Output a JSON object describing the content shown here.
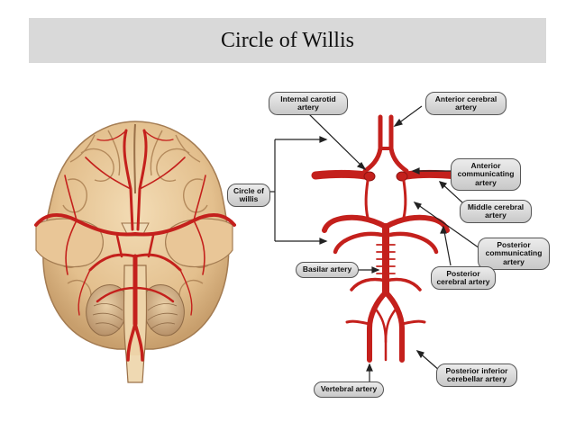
{
  "title": "Circle of Willis",
  "colors": {
    "artery": "#c4201c",
    "artery_dark": "#8f1512",
    "brain_tissue": "#e8c89a",
    "brain_shadow": "#c79e6c",
    "label_fill": "#dcdcdc",
    "title_bar": "#d9d9d9"
  },
  "labels": {
    "internal_carotid": "Internal carotid\nartery",
    "anterior_cerebral": "Anterior cerebral\nartery",
    "anterior_communicating": "Anterior\ncommunicating\nartery",
    "middle_cerebral": "Middle cerebral\nartery",
    "circle_of_willis": "Circle of\nwillis",
    "posterior_communicating": "Posterior\ncommunicating\nartery",
    "basilar": "Basilar artery",
    "posterior_cerebral": "Posterior\ncerebral artery",
    "vertebral": "Vertebral artery",
    "posterior_inferior_cerebellar": "Posterior inferior\ncerebellar artery"
  }
}
